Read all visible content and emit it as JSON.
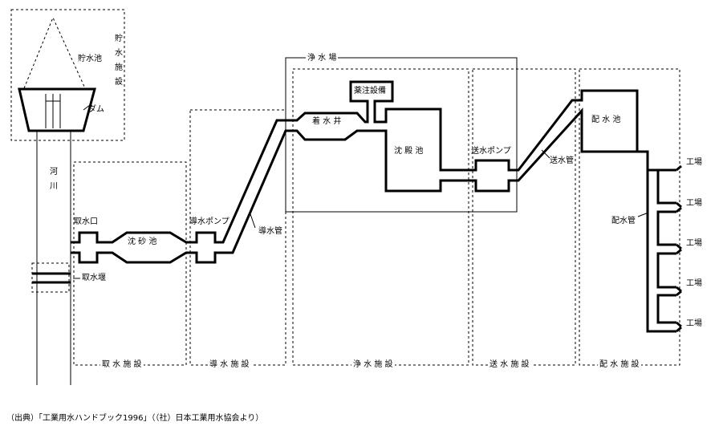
{
  "labels": {
    "reservoir_facility": "貯水施設",
    "reservoir": "貯水池",
    "dam": "ダム",
    "river": "河川",
    "intake_mouth": "取水口",
    "intake_weir": "取水堰",
    "sand_basin": "沈 砂 池",
    "conveyance_pump": "導水ポンプ",
    "conveyance_pipe": "導水管",
    "purification_plant": "浄 水 場",
    "receiving_well": "着 水 井",
    "chemical_equipment": "薬注設備",
    "settling_basin": "沈 殿 池",
    "transmission_pump": "送水ポンプ",
    "transmission_pipe": "送水管",
    "distribution_reservoir": "配 水 池",
    "distribution_pipe": "配水管",
    "factory": "工場"
  },
  "sections": {
    "intake": "取 水 施 設",
    "conveyance": "導 水 施 設",
    "purification": "浄 水 施 設",
    "transmission": "送 水 施 設",
    "distribution": "配 水 施 設"
  },
  "source": "（出典）「工業用水ハンドブック1996」（（社）日本工業用水協会より）"
}
